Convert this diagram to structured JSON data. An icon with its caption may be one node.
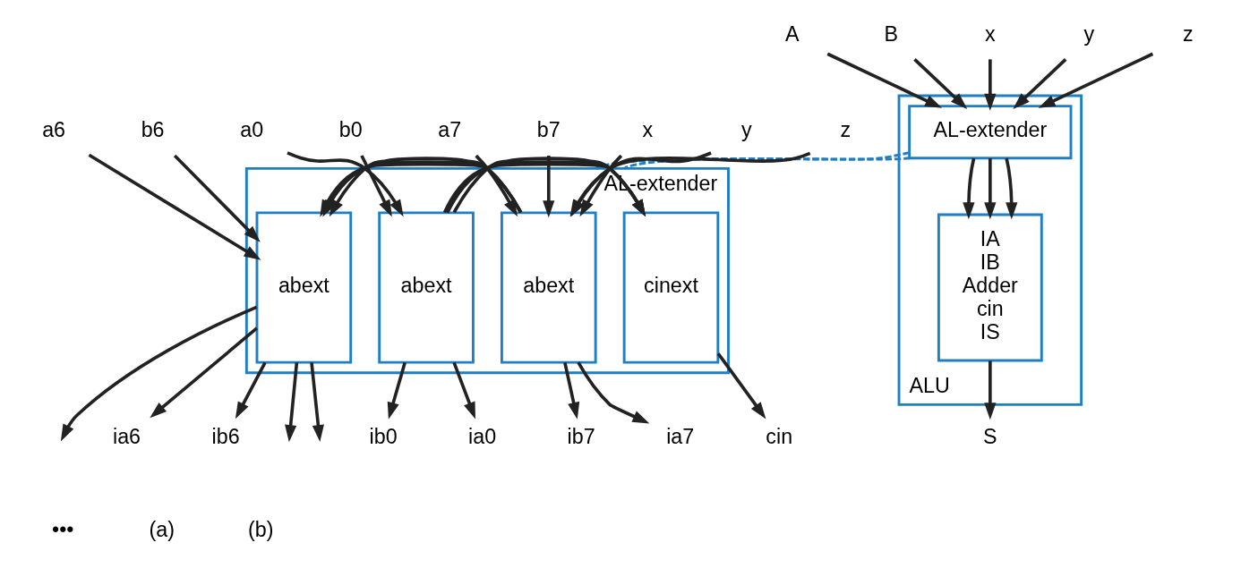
{
  "diagram": {
    "nodes": [
      {
        "text": [
          "ALU"
        ]
      },
      {
        "text": [
          "AL-extender"
        ],
        "in": 0
      },
      {
        "text": [
          "IA",
          "IB",
          "Adder",
          "cin",
          "IS"
        ],
        "in": 0
      },
      {
        "text": [
          "A"
        ]
      },
      {
        "text": [
          "B"
        ]
      },
      {
        "text": [
          "x"
        ]
      },
      {
        "text": [
          "y"
        ]
      },
      {
        "text": [
          "z"
        ]
      },
      {
        "text": [
          "S"
        ]
      },
      {
        "text": [
          "AL-extender"
        ]
      },
      {
        "text": [
          "abext"
        ],
        "in": 9
      },
      {
        "text": [
          "abext"
        ],
        "in": 9
      },
      {
        "text": [
          "abext"
        ],
        "in": 9
      },
      {
        "text": [
          "cinext"
        ],
        "in": 9
      },
      {
        "text": [
          "a7"
        ]
      },
      {
        "text": [
          "b7"
        ]
      },
      {
        "text": [
          "a6"
        ]
      },
      {
        "text": [
          "b6"
        ]
      },
      {
        "text": [
          "a0"
        ]
      },
      {
        "text": [
          "b0"
        ]
      },
      {
        "text": [
          "x"
        ]
      },
      {
        "text": [
          "y"
        ]
      },
      {
        "text": [
          "z"
        ]
      },
      {
        "text": [
          "ia7"
        ]
      },
      {
        "text": [
          "ib7"
        ]
      },
      {
        "text": [
          "ia6"
        ]
      },
      {
        "text": [
          "ib6"
        ]
      },
      {
        "text": [
          "ia0"
        ]
      },
      {
        "text": [
          "ib0"
        ]
      },
      {
        "text": [
          "cin"
        ]
      }
    ],
    "edges": [
      {
        "from": 3,
        "to": 1,
        "arrow": "to"
      },
      {
        "from": 4,
        "to": 1,
        "arrow": "to"
      },
      {
        "from": 5,
        "to": 1,
        "arrow": "to"
      },
      {
        "from": 6,
        "to": 1,
        "arrow": "to"
      },
      {
        "from": 7,
        "to": 1,
        "arrow": "to"
      },
      {
        "from": 1,
        "to": 2,
        "arrow": "to"
      },
      {
        "from": 1,
        "to": 2,
        "arrow": "to"
      },
      {
        "from": 1,
        "to": 2,
        "arrow": "to"
      },
      {
        "from": 2,
        "to": 8,
        "arrow": "to"
      },
      {
        "from": 1,
        "to": 9,
        "arrow": "none",
        "style": "dashed",
        "color": "#1f7fc4"
      },
      {
        "from": 1,
        "to": 9,
        "arrow": "none",
        "style": "dashed",
        "color": "#1f7fc4"
      },
      {
        "from": 14,
        "to": 10,
        "arrow": "to"
      },
      {
        "from": 15,
        "to": 10,
        "arrow": "to"
      },
      {
        "from": 16,
        "to": 11,
        "arrow": "to"
      },
      {
        "from": 17,
        "to": 11,
        "arrow": "to"
      },
      {
        "from": 18,
        "to": 12,
        "arrow": "to"
      },
      {
        "from": 19,
        "to": 12,
        "arrow": "to"
      },
      {
        "from": 20,
        "to": 10,
        "arrow": "to"
      },
      {
        "from": 21,
        "to": 10,
        "arrow": "to"
      },
      {
        "from": 22,
        "to": 10,
        "arrow": "to"
      },
      {
        "from": 10,
        "to": 11,
        "arrow": "to"
      },
      {
        "from": 10,
        "to": 11,
        "arrow": "to"
      },
      {
        "from": 10,
        "to": 11,
        "arrow": "to"
      },
      {
        "from": 11,
        "to": null,
        "arrow": "to"
      },
      {
        "from": 11,
        "to": null,
        "arrow": "to"
      },
      {
        "from": 11,
        "to": null,
        "arrow": "to"
      },
      {
        "from": 12,
        "to": 13,
        "arrow": "to"
      },
      {
        "from": 12,
        "to": 13,
        "arrow": "to"
      },
      {
        "from": 12,
        "to": 13,
        "arrow": "to"
      },
      {
        "from": 10,
        "to": 23,
        "arrow": "to"
      },
      {
        "from": 10,
        "to": 24,
        "arrow": "to"
      },
      {
        "from": 11,
        "to": 25,
        "arrow": "to"
      },
      {
        "from": 11,
        "to": 26,
        "arrow": "to"
      },
      {
        "from": 12,
        "to": 27,
        "arrow": "to"
      },
      {
        "from": 12,
        "to": 28,
        "arrow": "to"
      },
      {
        "from": 13,
        "to": 29,
        "arrow": "to"
      }
    ],
    "labels": [
      "•••",
      "(a)",
      "(b)"
    ]
  }
}
